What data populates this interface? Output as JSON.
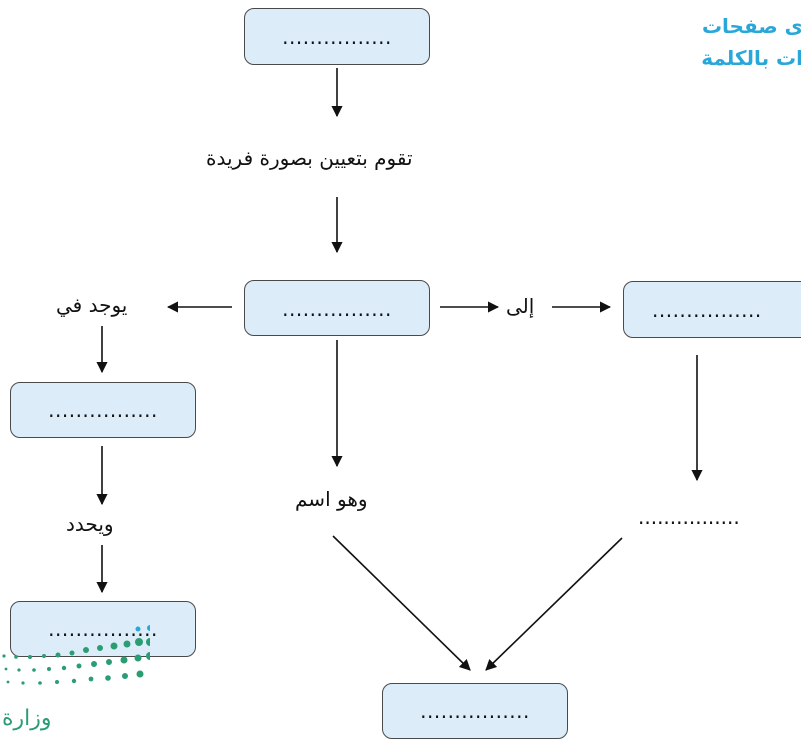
{
  "header": {
    "line1": "ى صفحات",
    "line2": "ات بالكلمة"
  },
  "boxes": {
    "top": "................",
    "center": "................",
    "right": "................",
    "left_mid": "................",
    "left_bottom": "................",
    "bottom": "................"
  },
  "labels": {
    "assign": "تقوم بتعيين بصورة فريدة",
    "to": "إلى",
    "found_in": "يوجد في",
    "determines": "ويحدد",
    "and_is_name": "وهو اسم",
    "right_blank": "................"
  },
  "logo": {
    "text": "وزارة",
    "color": "#2a9d73"
  }
}
